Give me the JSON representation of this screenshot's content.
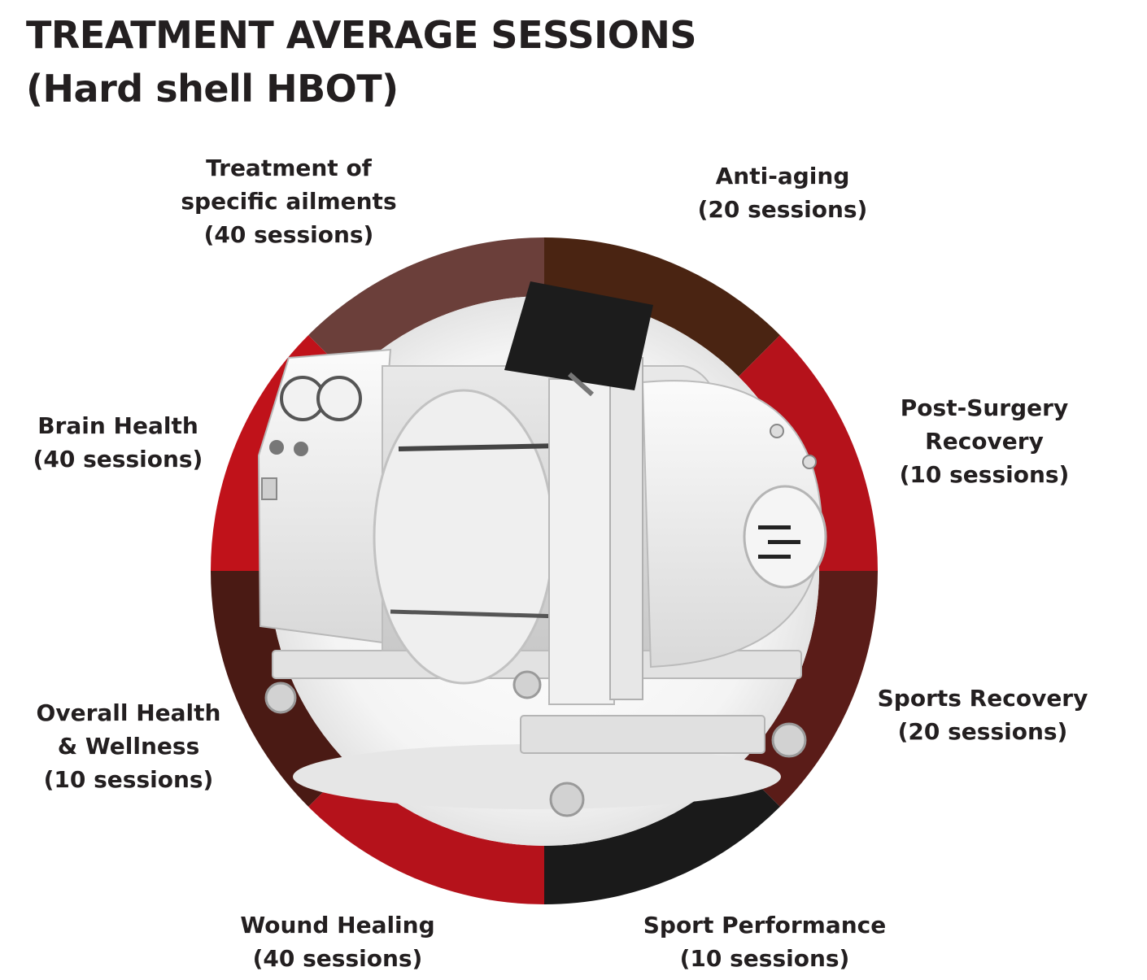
{
  "title": {
    "line1": "TREATMENT AVERAGE SESSIONS",
    "line2": "(Hard shell HBOT)"
  },
  "colors": {
    "text": "#231f20",
    "segment_red": "#b5121b",
    "segment_brown": "#6b3f3a",
    "segment_dark_brown": "#4a2412",
    "segment_maroon": "#5a1512",
    "segment_deep_red_brown": "#4a1a1a",
    "segment_black": "#1a1a1a"
  },
  "segments": [
    {
      "id": "treatment-of-specific-ailments",
      "lines": [
        "Treatment of",
        "specific ailments",
        "(40 sessions)"
      ],
      "color": "#6b3f3a"
    },
    {
      "id": "anti-aging",
      "lines": [
        "Anti-aging",
        "(20 sessions)"
      ],
      "color": "#4a2412"
    },
    {
      "id": "post-surgery-recovery",
      "lines": [
        "Post-Surgery",
        "Recovery",
        "(10 sessions)"
      ],
      "color": "#b5121b"
    },
    {
      "id": "sports-recovery",
      "lines": [
        "Sports Recovery",
        "(20 sessions)"
      ],
      "color": "#5a1c18"
    },
    {
      "id": "sport-performance",
      "lines": [
        "Sport Performance",
        "(10 sessions)"
      ],
      "color": "#1a1a1a"
    },
    {
      "id": "wound-healing",
      "lines": [
        "Wound Healing",
        "(40 sessions)"
      ],
      "color": "#b5121b"
    },
    {
      "id": "overall-health-wellness",
      "lines": [
        "Overall Health",
        "& Wellness",
        "(10 sessions)"
      ],
      "color": "#4a1a14"
    },
    {
      "id": "brain-health",
      "lines": [
        "Brain Health",
        "(40 sessions)"
      ],
      "color": "#c0121a"
    }
  ],
  "center_image": "hard-shell-hyperbaric-chamber"
}
